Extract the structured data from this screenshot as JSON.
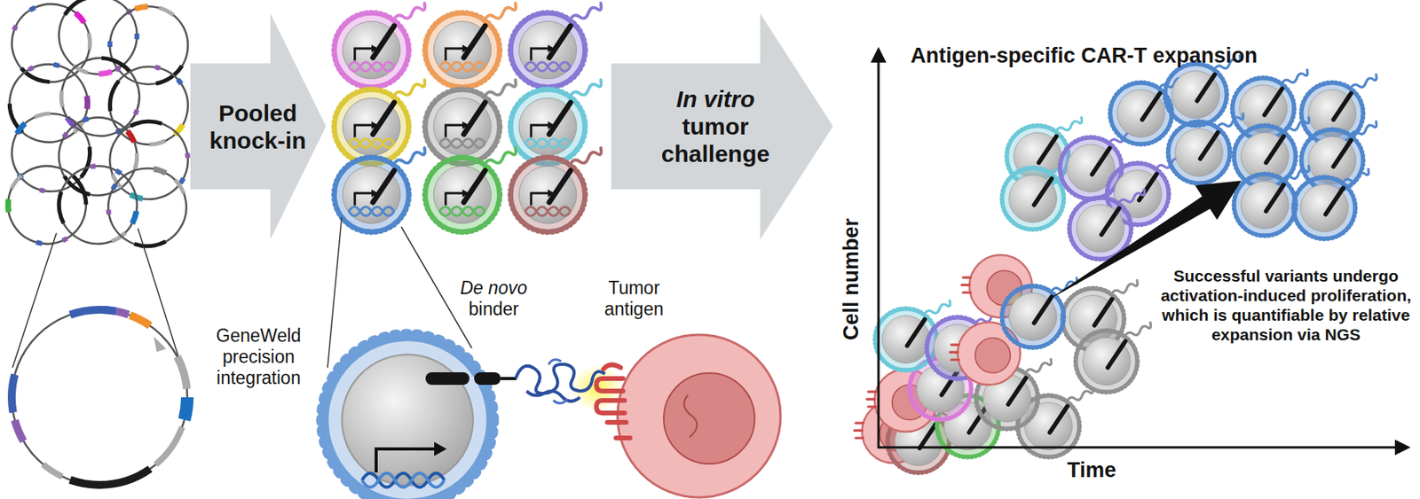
{
  "diagram": {
    "nodes": [
      {
        "text": [
          "Pooled knock-in"
        ]
      },
      {
        "text": [
          "In vitro tumor challenge"
        ]
      }
    ],
    "labels": [
      "GeneWeld precision integration",
      "De novo binder",
      "Tumor antigen",
      "Antigen-specific CAR-T expansion",
      "Cell number",
      "Time",
      "Successful variants undergo activation-induced proliferation, which is quantifiable by relative expansion via NGS"
    ]
  }
}
